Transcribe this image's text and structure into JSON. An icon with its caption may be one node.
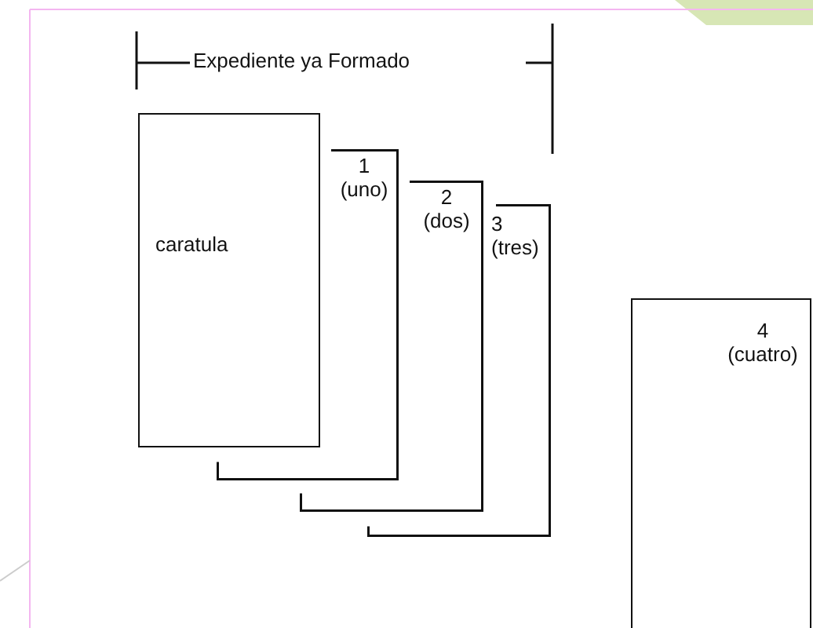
{
  "diagram": {
    "nodes": [
      {
        "text": [
          "caratula"
        ]
      },
      {
        "text": [
          "1",
          "(uno)"
        ]
      },
      {
        "text": [
          "2",
          "(dos)"
        ]
      },
      {
        "text": [
          "3",
          "(tres)"
        ]
      },
      {
        "text": [
          "4",
          "(cuatro)"
        ]
      }
    ],
    "labels": [
      "Expediente ya Formado"
    ]
  }
}
